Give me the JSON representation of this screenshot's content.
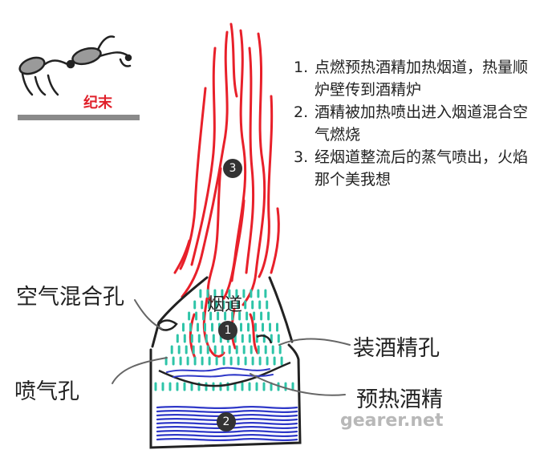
{
  "logo": {
    "text": "纪末"
  },
  "steps": [
    {
      "num": "1.",
      "text": "点燃预热酒精加热烟道，热量顺炉壁传到酒精炉"
    },
    {
      "num": "2.",
      "text": "酒精被加热喷出进入烟道混合空气燃烧"
    },
    {
      "num": "3.",
      "text": "经烟道整流后的蒸气喷出，火焰那个美我想"
    }
  ],
  "labels": {
    "air_hole": "空气混合孔",
    "flue": "烟道",
    "fill_hole": "装酒精孔",
    "jet_hole": "喷气孔",
    "preheat_alcohol": "预热酒精"
  },
  "badges": [
    "1",
    "2",
    "3"
  ],
  "watermark": "gearer.net",
  "colors": {
    "flame": "#e8202a",
    "flue_hatch": "#2ec4a8",
    "alcohol": "#2f38c8",
    "outline": "#222222"
  }
}
